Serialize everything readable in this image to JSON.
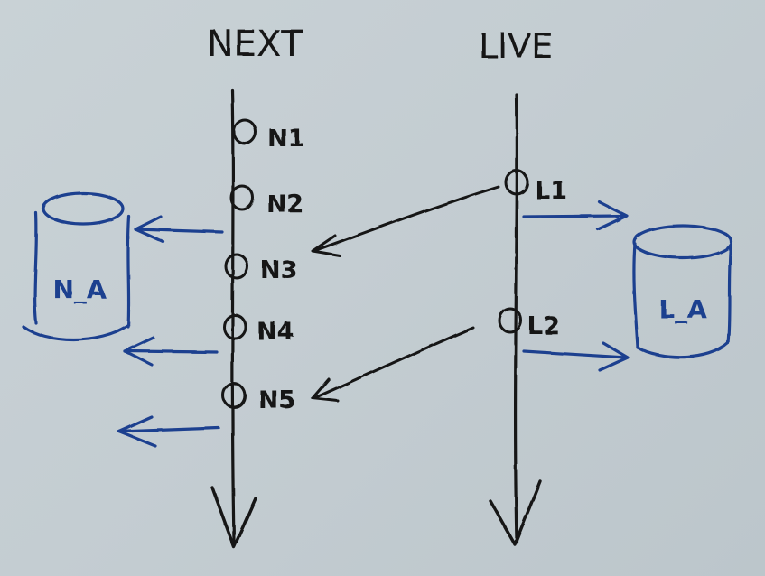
{
  "columns": {
    "next": {
      "title": "NEXT",
      "nodes": [
        "N1",
        "N2",
        "N3",
        "N4",
        "N5"
      ]
    },
    "live": {
      "title": "LIVE",
      "nodes": [
        "L1",
        "L2"
      ]
    }
  },
  "stores": {
    "next_store": {
      "label": "N_A"
    },
    "live_store": {
      "label": "L_A"
    }
  },
  "colors": {
    "ink_black": "#151515",
    "ink_blue": "#1f3f8f",
    "board": "#c6cfd4"
  }
}
